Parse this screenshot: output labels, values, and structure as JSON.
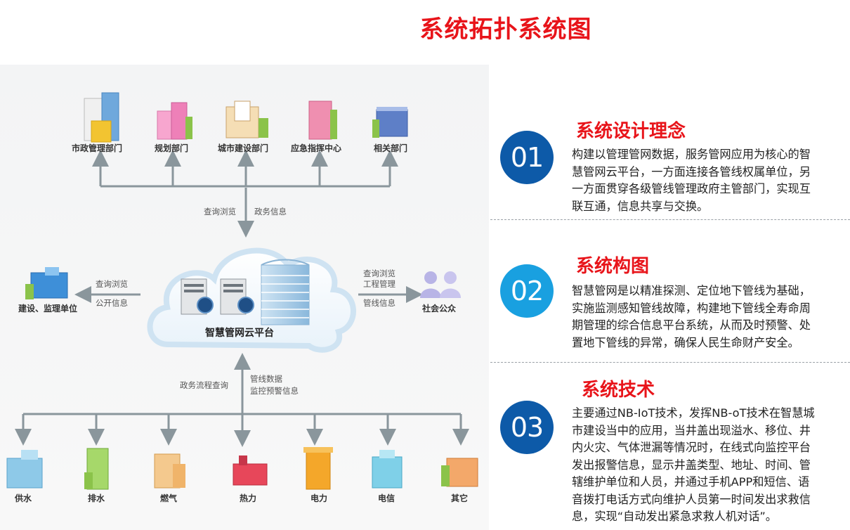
{
  "title": "系统拓扑系统图",
  "diagram": {
    "top_nodes": [
      "市政管理部门",
      "规划部门",
      "城市建设部门",
      "应急指挥中心",
      "相关部门"
    ],
    "top_flow": [
      "查询浏览",
      "政务信息"
    ],
    "platform": "智慧管网云平台",
    "left_node": "建设、监理单位",
    "left_flow": [
      "查询浏览",
      "公开信息"
    ],
    "right_node": "社会公众",
    "right_flow": [
      "查询浏览",
      "工程管理",
      "管线信息"
    ],
    "bottom_flow_left": "政务流程查询",
    "bottom_flow_right": [
      "管线数据",
      "监控预警信息"
    ],
    "bottom_nodes": [
      "供水",
      "排水",
      "燃气",
      "热力",
      "电力",
      "电信",
      "其它"
    ]
  },
  "sections": [
    {
      "number": "01",
      "title": "系统设计理念",
      "lines": [
        "构建以管理管网数据，服务管网应用为核心的智",
        "慧管网云平台，一方面连接各管线权属单位，另",
        "一方面贯穿各级管线管理政府主管部门，实现互",
        "联互通，信息共享与交换。"
      ]
    },
    {
      "number": "02",
      "title": "系统构图",
      "lines": [
        "智慧管网是以精准探测、定位地下管线为基础，",
        "实施监测感知管线故障，构建地下管线全寿命周",
        "期管理的综合信息平台系统，从而及时预警、处",
        "置地下管线的异常，确保人民生命财产安全。"
      ]
    },
    {
      "number": "03",
      "title": "系统技术",
      "lines": [
        "主要通过NB-IoT技术，发挥NB-oT技术在智慧城",
        "市建设当中的应用，当井盖出现溢水、移位、井",
        "内火灾、气体泄漏等情况时，在线式向监控平台",
        "发出报警信息，显示井盖类型、地址、时间、管",
        "辖维护单位和人员，并通过手机APP和短信、语",
        "音拨打电话方式向维护人员第一时间发出求救信",
        "息，实现“自动发出紧急求救人机对话”。"
      ]
    }
  ],
  "colors": {
    "title_red": "#e8141a",
    "badge_dark_blue": "#0d5aa8",
    "badge_light_blue": "#19a0e0",
    "connector_gray": "#8a969c"
  },
  "icons": [
    "building-icon",
    "server-icon",
    "globe-icon",
    "cloud-icon",
    "people-icon"
  ]
}
